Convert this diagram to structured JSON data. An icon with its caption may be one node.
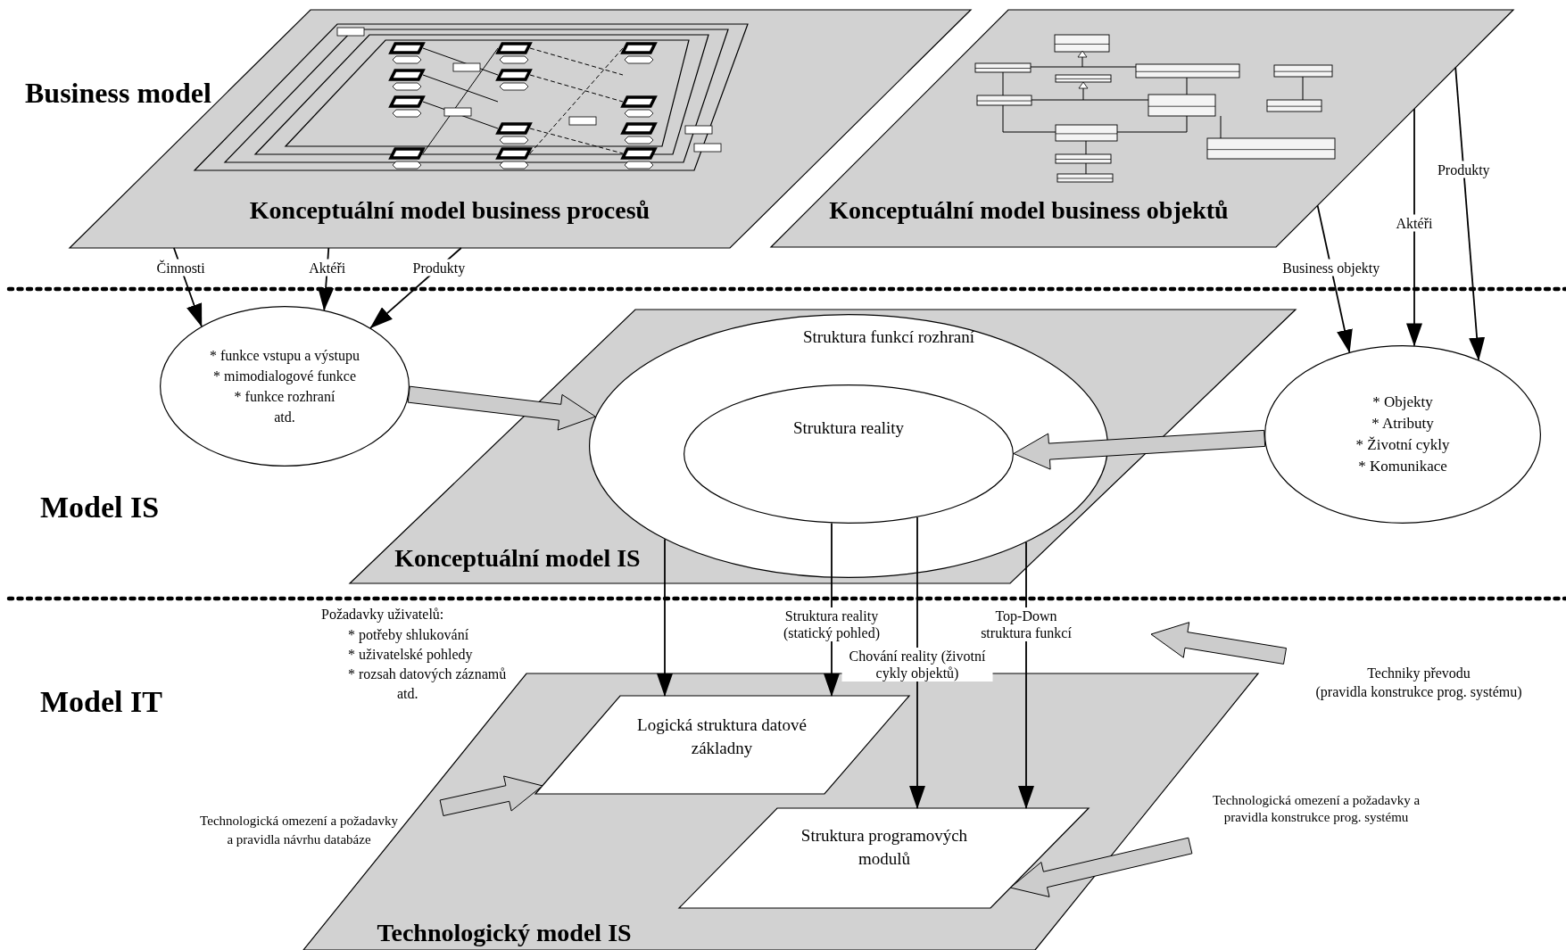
{
  "diagram": {
    "nodes": [
      {
        "text": [
          "Konceptuální model business procesů"
        ]
      },
      {
        "text": [
          "Konceptuální model business objektů"
        ]
      },
      {
        "text": [
          "* funkce vstupu a výstupu",
          "* mimodialogové funkce",
          "* funkce rozhraní",
          "atd."
        ]
      },
      {
        "text": [
          "* Objekty",
          "* Atributy",
          "* Životní cykly",
          "* Komunikace"
        ]
      },
      {
        "text": [
          "Konceptuální model IS"
        ]
      },
      {
        "text": [
          "Struktura funkcí rozhraní"
        ],
        "in": 4
      },
      {
        "text": [
          "Struktura reality"
        ],
        "in": 5
      },
      {
        "text": [
          "Technologický model IS"
        ]
      },
      {
        "text": [
          "Logická struktura datové základny"
        ],
        "in": 7
      },
      {
        "text": [
          "Struktura programových modulů"
        ],
        "in": 7
      },
      {
        "text": [
          "Techniky převodu",
          "(pravidla konstrukce prog. systému)"
        ]
      },
      {
        "text": [
          "Technologická omezení a požadavky a pravidla návrhu databáze"
        ]
      },
      {
        "text": [
          "Technologická omezení a požadavky a pravidla konstrukce prog. systému"
        ]
      }
    ],
    "edges": [
      {
        "from": 0,
        "to": 2,
        "arrow": "to",
        "label": "Činnosti"
      },
      {
        "from": 0,
        "to": 2,
        "arrow": "to",
        "label": "Aktéři"
      },
      {
        "from": 0,
        "to": 2,
        "arrow": "to",
        "label": "Produkty"
      },
      {
        "from": 1,
        "to": 3,
        "arrow": "to",
        "label": "Business objekty"
      },
      {
        "from": 1,
        "to": 3,
        "arrow": "to",
        "label": "Aktéři"
      },
      {
        "from": 1,
        "to": 3,
        "arrow": "to",
        "label": "Produkty"
      },
      {
        "from": 2,
        "to": 5,
        "arrow": "to",
        "style": "thick",
        "color": "#cccccc"
      },
      {
        "from": 3,
        "to": 6,
        "arrow": "to",
        "style": "thick",
        "color": "#cccccc"
      },
      {
        "from": 5,
        "to": 8,
        "arrow": "to"
      },
      {
        "from": 6,
        "to": 8,
        "arrow": "to",
        "label": "Struktura reality (statický pohled)"
      },
      {
        "from": 6,
        "to": 9,
        "arrow": "to",
        "label": "Chování reality (životní cykly objektů)"
      },
      {
        "from": 5,
        "to": 9,
        "arrow": "to",
        "label": "Top-Down struktura funkcí"
      },
      {
        "from": 10,
        "to": null,
        "arrow": "to",
        "style": "thick",
        "color": "#cccccc"
      },
      {
        "from": 11,
        "to": 8,
        "arrow": "to",
        "style": "thick",
        "color": "#cccccc"
      },
      {
        "from": 12,
        "to": 9,
        "arrow": "to",
        "style": "thick",
        "color": "#cccccc"
      }
    ],
    "labels": [
      "Business model",
      "Model IS",
      "Model IT",
      "Požadavky uživatelů:",
      "* potřeby shlukování",
      "* uživatelské pohledy",
      "* rozsah datových záznamů",
      "atd."
    ]
  }
}
